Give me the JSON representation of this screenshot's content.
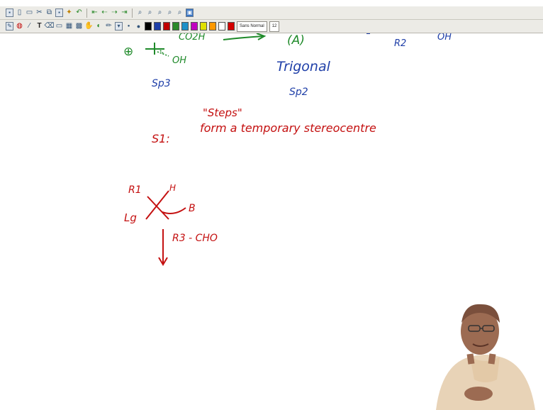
{
  "toolbar_top": {
    "icons": [
      "save-icon",
      "new-page-icon",
      "open-icon",
      "cut-icon",
      "copy-icon",
      "paste-icon",
      "pin-icon",
      "undo-icon",
      "first-page-icon",
      "prev-page-icon",
      "next-page-icon",
      "last-page-icon",
      "zoom-fit-icon",
      "zoom-out-icon",
      "zoom-in-icon",
      "zoom-page-icon",
      "zoom-width-icon",
      "capture-icon"
    ]
  },
  "toolbar_draw": {
    "font_name": "Sans Normal",
    "font_size": "12",
    "colors": [
      "#000000",
      "#1f3fa8",
      "#c00000",
      "#2a8a2a",
      "#1e90c8",
      "#c000c0",
      "#e0e000",
      "#ff9900",
      "#ffffff",
      "#d40000"
    ]
  },
  "whiteboard": {
    "top_green_left": "⊕",
    "top_green_co2h": "CO2H",
    "top_green_oh": "OH",
    "top_green_label": "(A)",
    "top_blue_r2": "R2",
    "top_blue_oh": "OH",
    "sp3_label": "Sp3",
    "trigonal_label": "Trigonal",
    "sp2_label": "Sp2",
    "steps_title": "\"Steps\"",
    "s1_label": "S1:",
    "s1_text": "form a temporary stereocentre",
    "r1_label": "R1",
    "h_label": "H",
    "lg_label": "Lg",
    "b_label": "B",
    "reagent_label": "R3 - CHO"
  }
}
